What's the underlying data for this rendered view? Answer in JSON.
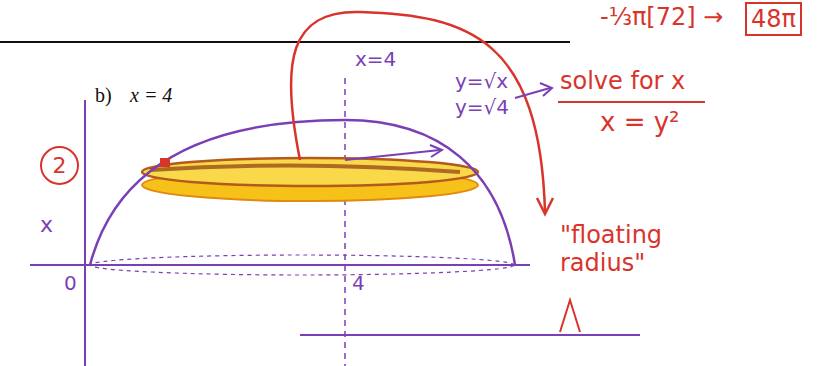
{
  "diagram": {
    "nodes": [
      {
        "text": [
          "48π"
        ]
      },
      {
        "text": [
          "2"
        ]
      }
    ],
    "labels": [
      "-⅓π[72] →",
      "b)",
      "x = 4",
      "x=4",
      "y=√x",
      "y=√4",
      "solve for x",
      "x = y²",
      "\"floating radius\"",
      "x",
      "0",
      "4"
    ]
  }
}
